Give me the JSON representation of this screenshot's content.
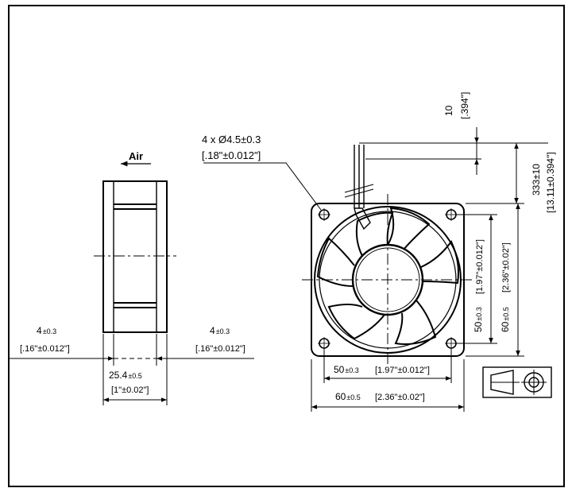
{
  "side_view": {
    "air_label": "Air",
    "left_dim": {
      "main": "4",
      "tol": "±0.3",
      "imperial": "[.16\"±0.012\"]"
    },
    "right_dim": {
      "main": "4",
      "tol": "±0.3",
      "imperial": "[.16\"±0.012\"]"
    },
    "depth_dim": {
      "main": "25.4",
      "tol": "±0.5",
      "imperial": "[1\"±0.02\"]"
    }
  },
  "front_view": {
    "hole_callout": "4 x Ø4.5±0.3",
    "hole_callout_imperial": "[.18\"±0.012\"]",
    "lead_strip": {
      "main": "10",
      "imperial": "[.394\"]"
    },
    "lead_length": {
      "main": "333±10",
      "imperial": "[13.11±0.394\"]"
    },
    "hole_spacing_h": {
      "main": "50",
      "tol": "±0.3",
      "imperial": "[1.97\"±0.012\"]"
    },
    "hole_spacing_v": {
      "main": "50",
      "tol": "±0.3",
      "imperial": "[1.97\"±0.012\"]"
    },
    "frame_h": {
      "main": "60",
      "tol": "±0.5",
      "imperial": "[2.36\"±0.02\"]"
    },
    "frame_v": {
      "main": "60",
      "tol": "±0.5",
      "imperial": "[2.36\"±0.02\"]"
    }
  },
  "projection_symbol": "third-angle-projection-icon"
}
